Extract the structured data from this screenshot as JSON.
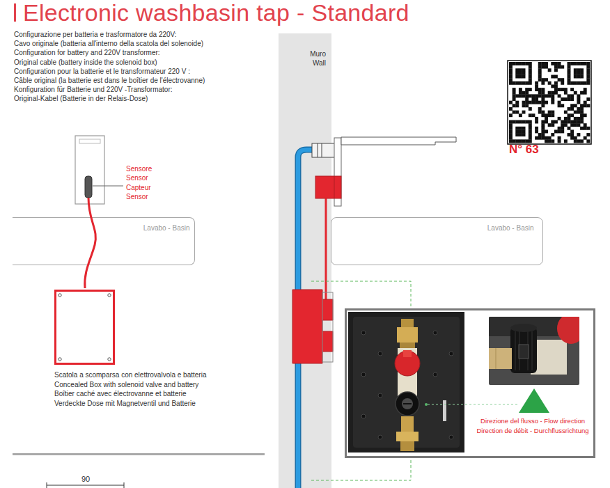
{
  "diagram": {
    "title": "Electronic washbasin tap - Standard",
    "nodes": [
      {
        "text": [
          "Lavabo - Basin"
        ]
      },
      {
        "text": [
          "Scatola a scomparsa con elettrovalvola e batteria",
          "Concealed Box with solenoid valve and battery",
          "Boîtier caché avec électrovanne et batterie",
          "Verdeckte Dose mit Magnetventil und Batterie"
        ]
      },
      {
        "text": [
          "Muro Wall"
        ]
      },
      {
        "text": [
          "Lavabo - Basin"
        ]
      },
      {
        "text": [
          "Direzione del flusso - Flow direction",
          "Direction de débit - Durchflussrichtung"
        ]
      }
    ],
    "labels": [
      "Configurazione per batteria e trasformatore da 220V:",
      "Cavo originale (batteria all'interno della scatola del solenoide)",
      "Configuration for battery and 220V transformer:",
      "Original cable (battery inside the solenoid box)",
      "Configuration pour la batterie et le transformateur 220 V :",
      "Câble original (la batterie est dans le boîtier de l'électrovanne)",
      "Konfiguration für Batterie und 220V -Transformator:",
      "Original-Kabel (Batterie in der Relais-Dose)",
      "Sensore",
      "Sensor",
      "Capteur",
      "Sensor",
      "N° 63",
      "90"
    ]
  }
}
